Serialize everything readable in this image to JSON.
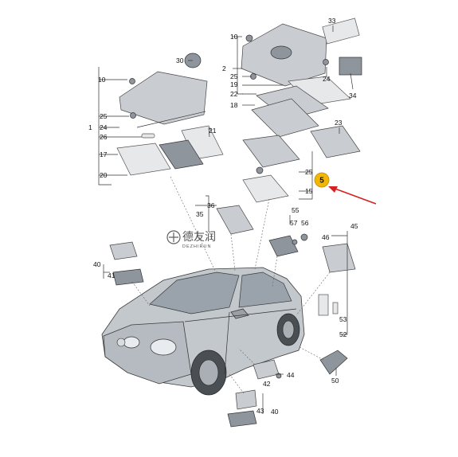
{
  "callouts": {
    "c33": "33",
    "c10a": "10",
    "c2": "2",
    "c30": "30",
    "c25a": "25",
    "c19": "19",
    "c24a": "24",
    "c22": "22",
    "c34": "34",
    "c18": "18",
    "c10b": "10",
    "c1": "1",
    "c25b": "25",
    "c24b": "24",
    "c26": "26",
    "c21": "21",
    "c17": "17",
    "c20": "20",
    "c23": "23",
    "c25c": "25",
    "c5": "5",
    "c15": "15",
    "c36": "36",
    "c35": "35",
    "c55": "55",
    "c57": "57",
    "c56": "56",
    "c45": "45",
    "c46": "46",
    "c40a": "40",
    "c41": "41",
    "c53": "53",
    "c52": "52",
    "c42": "42",
    "c44": "44",
    "c50": "50",
    "c43": "43",
    "c40b": "40"
  },
  "highlight": {
    "label": "5",
    "color": "#f2b705",
    "arrow_color": "#d62020"
  },
  "watermark": {
    "brand": "德友润",
    "sub": "DEZHIRUN"
  }
}
